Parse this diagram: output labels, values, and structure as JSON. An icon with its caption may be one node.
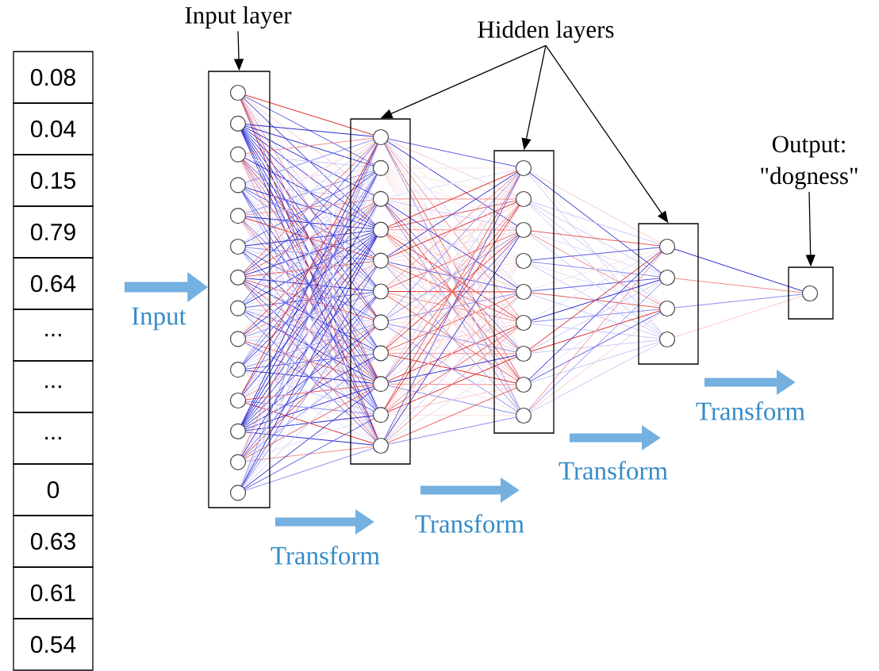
{
  "diagram": {
    "nodes": [
      {
        "text": [
          "Input layer"
        ]
      },
      {
        "text": [],
        "shape": "box"
      },
      {
        "text": [
          "Hidden layers"
        ]
      },
      {
        "text": [],
        "shape": "box"
      },
      {
        "text": [],
        "shape": "box"
      },
      {
        "text": [],
        "shape": "box"
      },
      {
        "text": [
          "Output: \"dogness\""
        ]
      },
      {
        "text": [],
        "shape": "box"
      }
    ],
    "edges": [
      {
        "from": 0,
        "to": 1,
        "arrow": "to"
      },
      {
        "from": 2,
        "to": 3,
        "arrow": "to"
      },
      {
        "from": 2,
        "to": 4,
        "arrow": "to"
      },
      {
        "from": 2,
        "to": 5,
        "arrow": "to"
      },
      {
        "from": 6,
        "to": 7,
        "arrow": "to"
      },
      {
        "from": null,
        "to": 1,
        "arrow": "to",
        "label": "Input",
        "style": "thick",
        "color": "#74b0e0"
      }
    ],
    "labels": [
      "0.08",
      "0.04",
      "0.15",
      "0.79",
      "0.64",
      "...",
      "...",
      "...",
      "0",
      "0.63",
      "0.61",
      "0.54",
      "Transform",
      "Transform",
      "Transform",
      "Transform"
    ]
  }
}
